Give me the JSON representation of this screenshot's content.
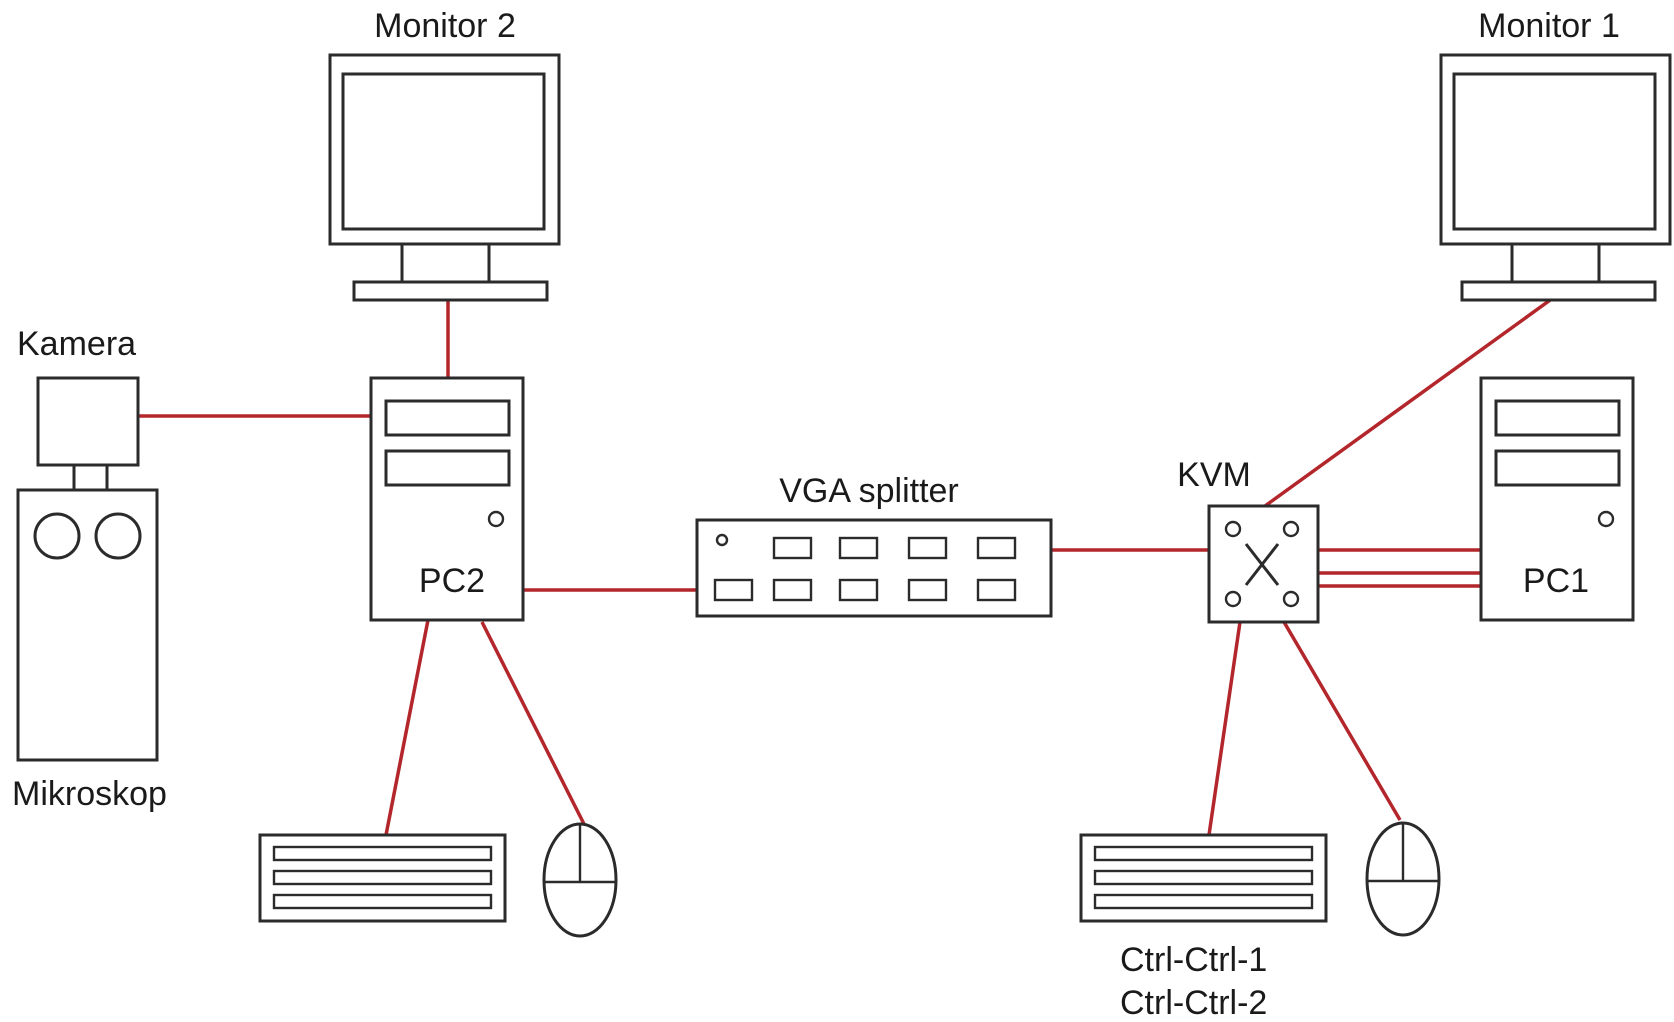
{
  "diagram": {
    "labels": {
      "monitor2": "Monitor 2",
      "monitor1": "Monitor 1",
      "kamera": "Kamera",
      "mikroskop": "Mikroskop",
      "pc2": "PC2",
      "pc1": "PC1",
      "vga_splitter": "VGA splitter",
      "kvm": "KVM",
      "shortcut1": "Ctrl-Ctrl-1",
      "shortcut2": "Ctrl-Ctrl-2"
    },
    "colors": {
      "cable": "#b3262b",
      "outline": "#2b2b2b",
      "background": "#ffffff"
    },
    "icons": [
      "monitor-icon",
      "pc-tower-icon",
      "camera-icon",
      "microscope-icon",
      "vga-splitter-icon",
      "kvm-switch-icon",
      "keyboard-icon",
      "mouse-icon"
    ]
  }
}
